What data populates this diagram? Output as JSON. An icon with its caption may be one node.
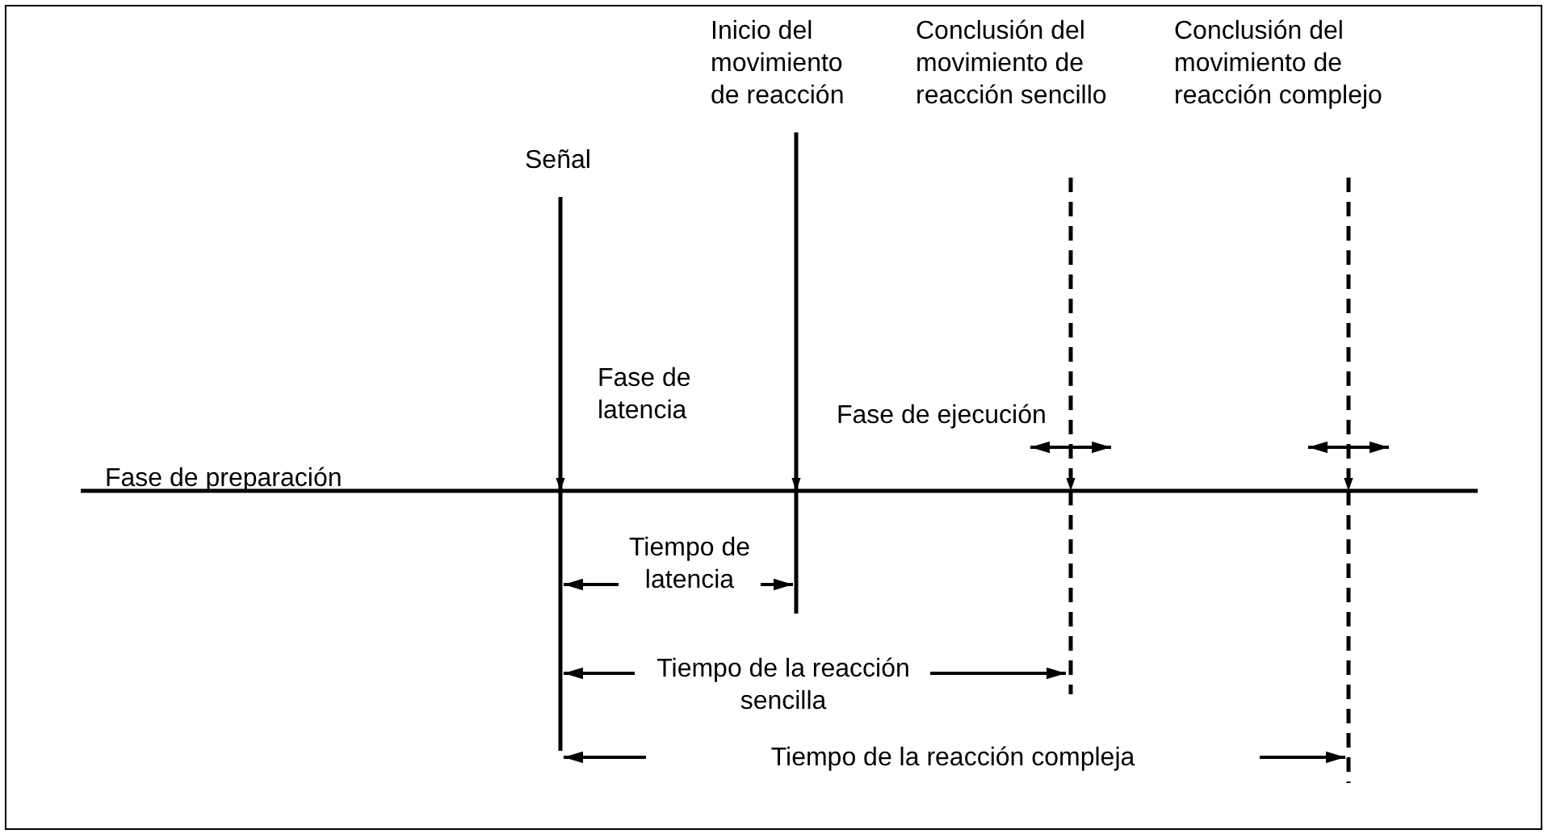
{
  "diagram": {
    "nodes": [
      {
        "text": [
          "Señal"
        ]
      },
      {
        "text": [
          "Inicio del movimiento de reacción"
        ]
      },
      {
        "text": [
          "Conclusión del movimiento de reacción sencillo"
        ]
      },
      {
        "text": [
          "Conclusión del movimiento de reacción complejo"
        ]
      }
    ],
    "edges": [
      {
        "from": 0,
        "to": null,
        "arrow": "to"
      },
      {
        "from": 1,
        "to": null,
        "arrow": "to"
      },
      {
        "from": 2,
        "to": null,
        "arrow": "to",
        "style": "dashed"
      },
      {
        "from": 3,
        "to": null,
        "arrow": "to",
        "style": "dashed"
      }
    ],
    "labels": [
      "Fase de preparación",
      "Fase de latencia",
      "Fase de ejecución",
      "Tiempo de latencia",
      "Tiempo de la reacción sencilla",
      "Tiempo de la reacción compleja"
    ]
  }
}
